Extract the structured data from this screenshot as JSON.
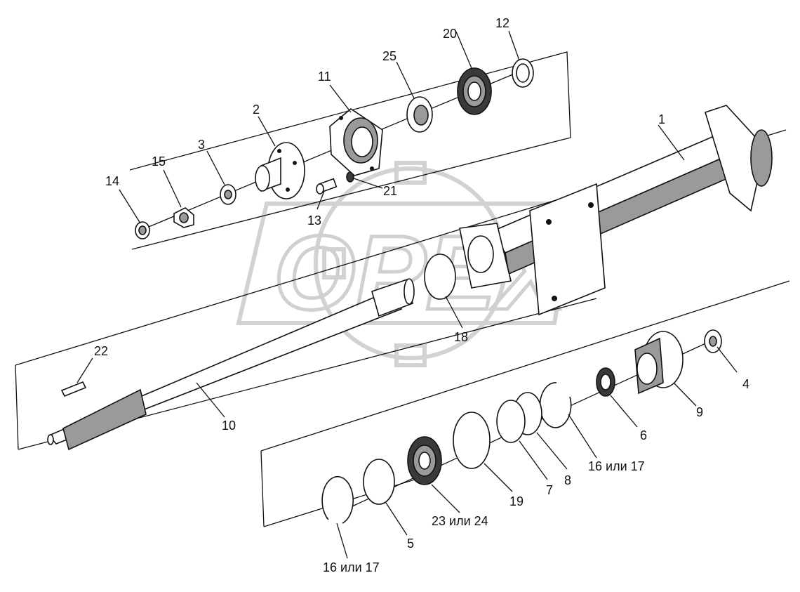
{
  "diagram": {
    "watermark_text": "OPEX",
    "callouts": {
      "c1": "1",
      "c2": "2",
      "c3": "3",
      "c4": "4",
      "c5": "5",
      "c6": "6",
      "c7": "7",
      "c8": "8",
      "c9": "9",
      "c10": "10",
      "c11": "11",
      "c12": "12",
      "c13": "13",
      "c14": "14",
      "c15": "15",
      "c16a": "16 или 17",
      "c16b": "16 или 17",
      "c18": "18",
      "c19": "19",
      "c20": "20",
      "c21": "21",
      "c22": "22",
      "c23": "23 или 24",
      "c25": "25"
    }
  }
}
